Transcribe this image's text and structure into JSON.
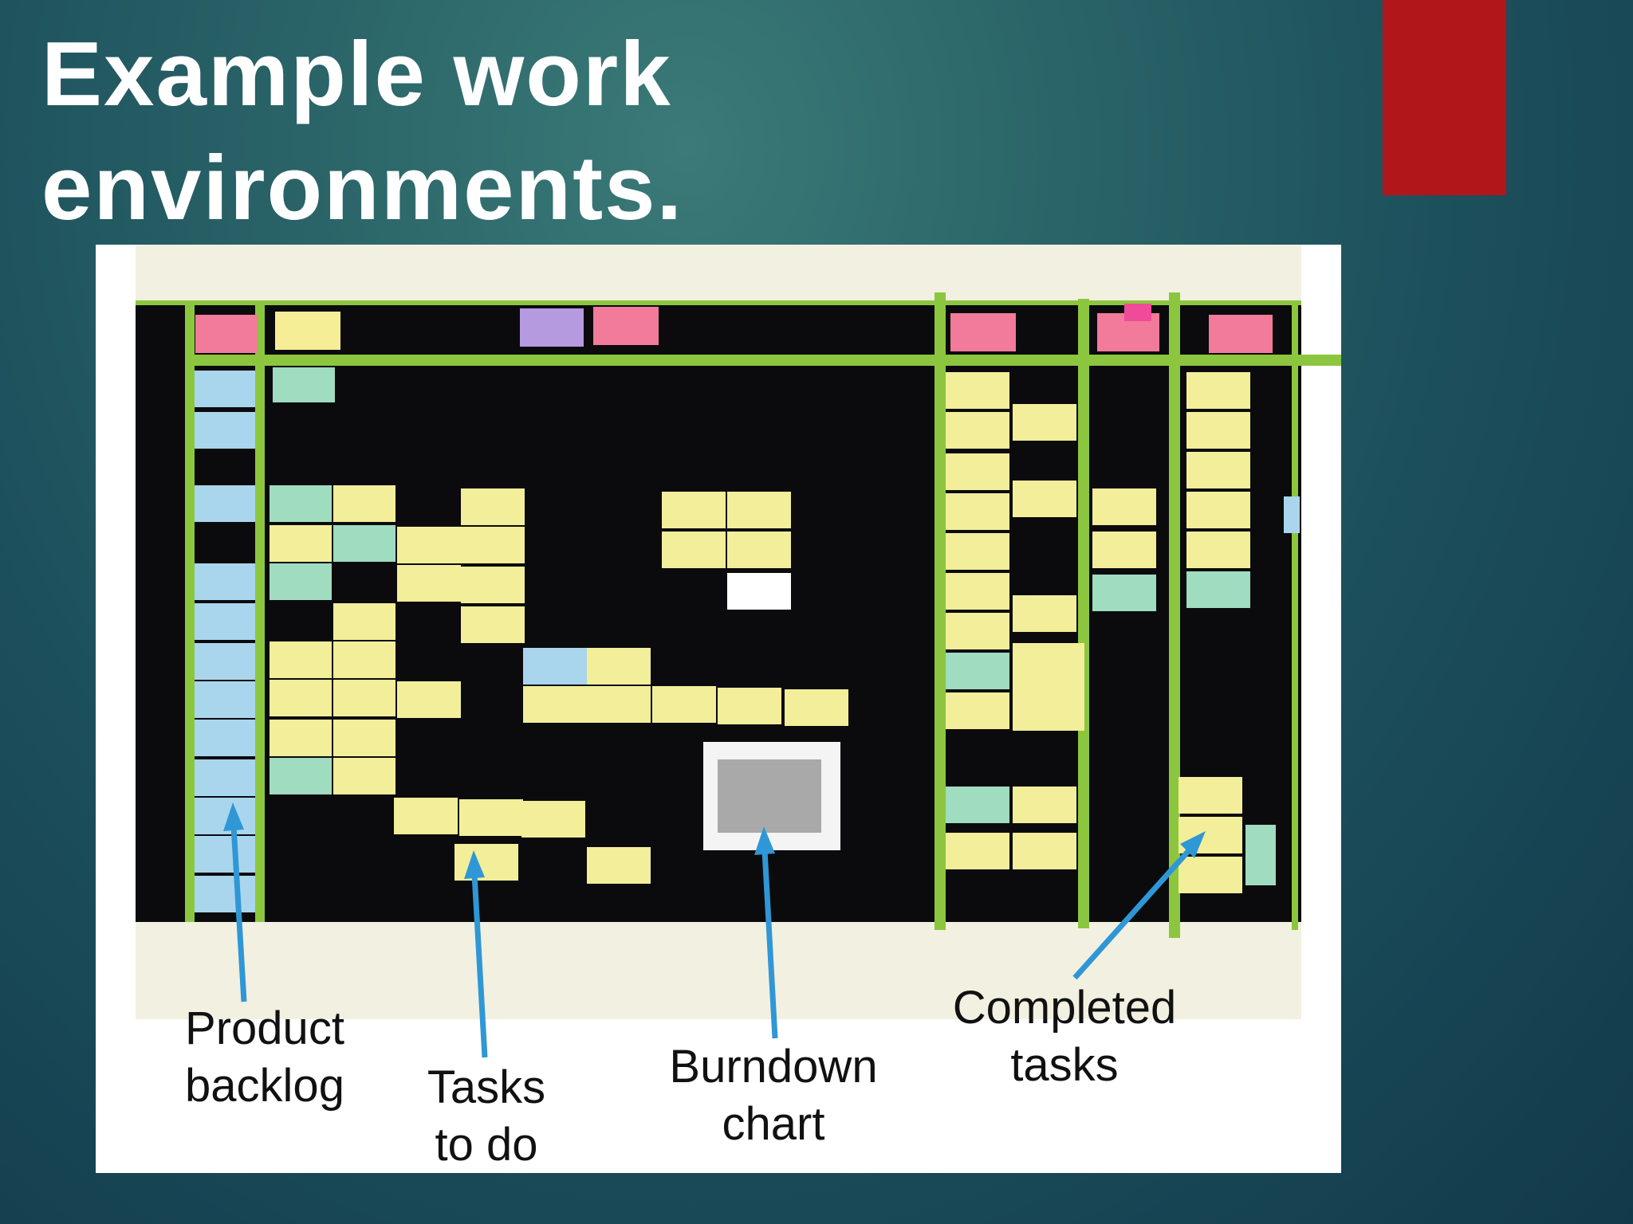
{
  "slide": {
    "title_line1": "Example work",
    "title_line2": "environments.",
    "accent_color": "#b1161a",
    "title_color": "#ffffff"
  },
  "photo": {
    "subject": "scrum board on wall",
    "arrow_color": "#2f97d6",
    "callouts": [
      {
        "id": "product-backlog",
        "line1": "Product",
        "line2": "backlog"
      },
      {
        "id": "tasks-to-do",
        "line1": "Tasks",
        "line2": "to do"
      },
      {
        "id": "burndown-chart",
        "line1": "Burndown",
        "line2": "chart"
      },
      {
        "id": "completed-tasks",
        "line1": "Completed",
        "line2": "tasks"
      }
    ]
  }
}
